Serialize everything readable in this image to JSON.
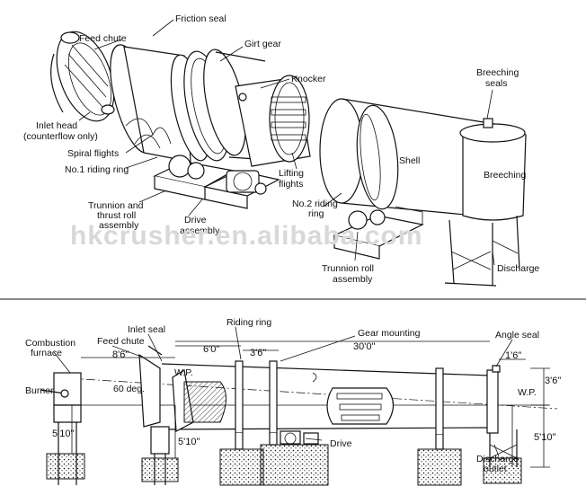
{
  "watermark": "hkcrusher.en.alibaba.com",
  "top_labels": {
    "friction_seal": "Friction seal",
    "feed_chute": "Feed chute",
    "girt_gear": "Girt gear",
    "knocker": "Knocker",
    "breeching_seals_1": "Breeching",
    "breeching_seals_2": "seals",
    "inlet_head_1": "Inlet head",
    "inlet_head_2": "(counterflow only)",
    "spiral_flights": "Spiral flights",
    "riding_ring_1": "No.1 riding ring",
    "lifting_flights_1": "Lifting",
    "lifting_flights_2": "flights",
    "shell": "Shell",
    "breeching": "Breeching",
    "trunnion_thrust_1": "Trunnion and",
    "trunnion_thrust_2": "thrust roll",
    "trunnion_thrust_3": "assembly",
    "drive_1": "Drive",
    "drive_2": "assembly",
    "riding_ring_2_1": "No.2 riding",
    "riding_ring_2_2": "ring",
    "trunnion_roll_1": "Trunnion roll",
    "trunnion_roll_2": "assembly",
    "discharge": "Discharge"
  },
  "bottom_labels": {
    "combustion_1": "Combustion",
    "combustion_2": "furnace",
    "feed_chute": "Feed chute",
    "inlet_seal": "Inlet seal",
    "riding_ring": "Riding ring",
    "gear_mounting": "Gear mounting",
    "angle_seal": "Angle seal",
    "burner": "Burner",
    "angle": "60 deg.",
    "wp_left": "W.P.",
    "wp_right": "W.P.",
    "drive": "Drive",
    "discharge_outlet_1": "Discharge",
    "discharge_outlet_2": "outlet"
  },
  "dimensions": {
    "d_8_6": "8'6\"",
    "d_6_0": "6'0\"",
    "d_3_6_top": "3'6\"",
    "d_30_0": "30'0\"",
    "d_1_6": "1'6\"",
    "d_3_6_right": "3'6\"",
    "d_5_10_left": "5'10\"",
    "d_5_10_mid": "5'10\"",
    "d_5_10_right": "5'10\""
  }
}
